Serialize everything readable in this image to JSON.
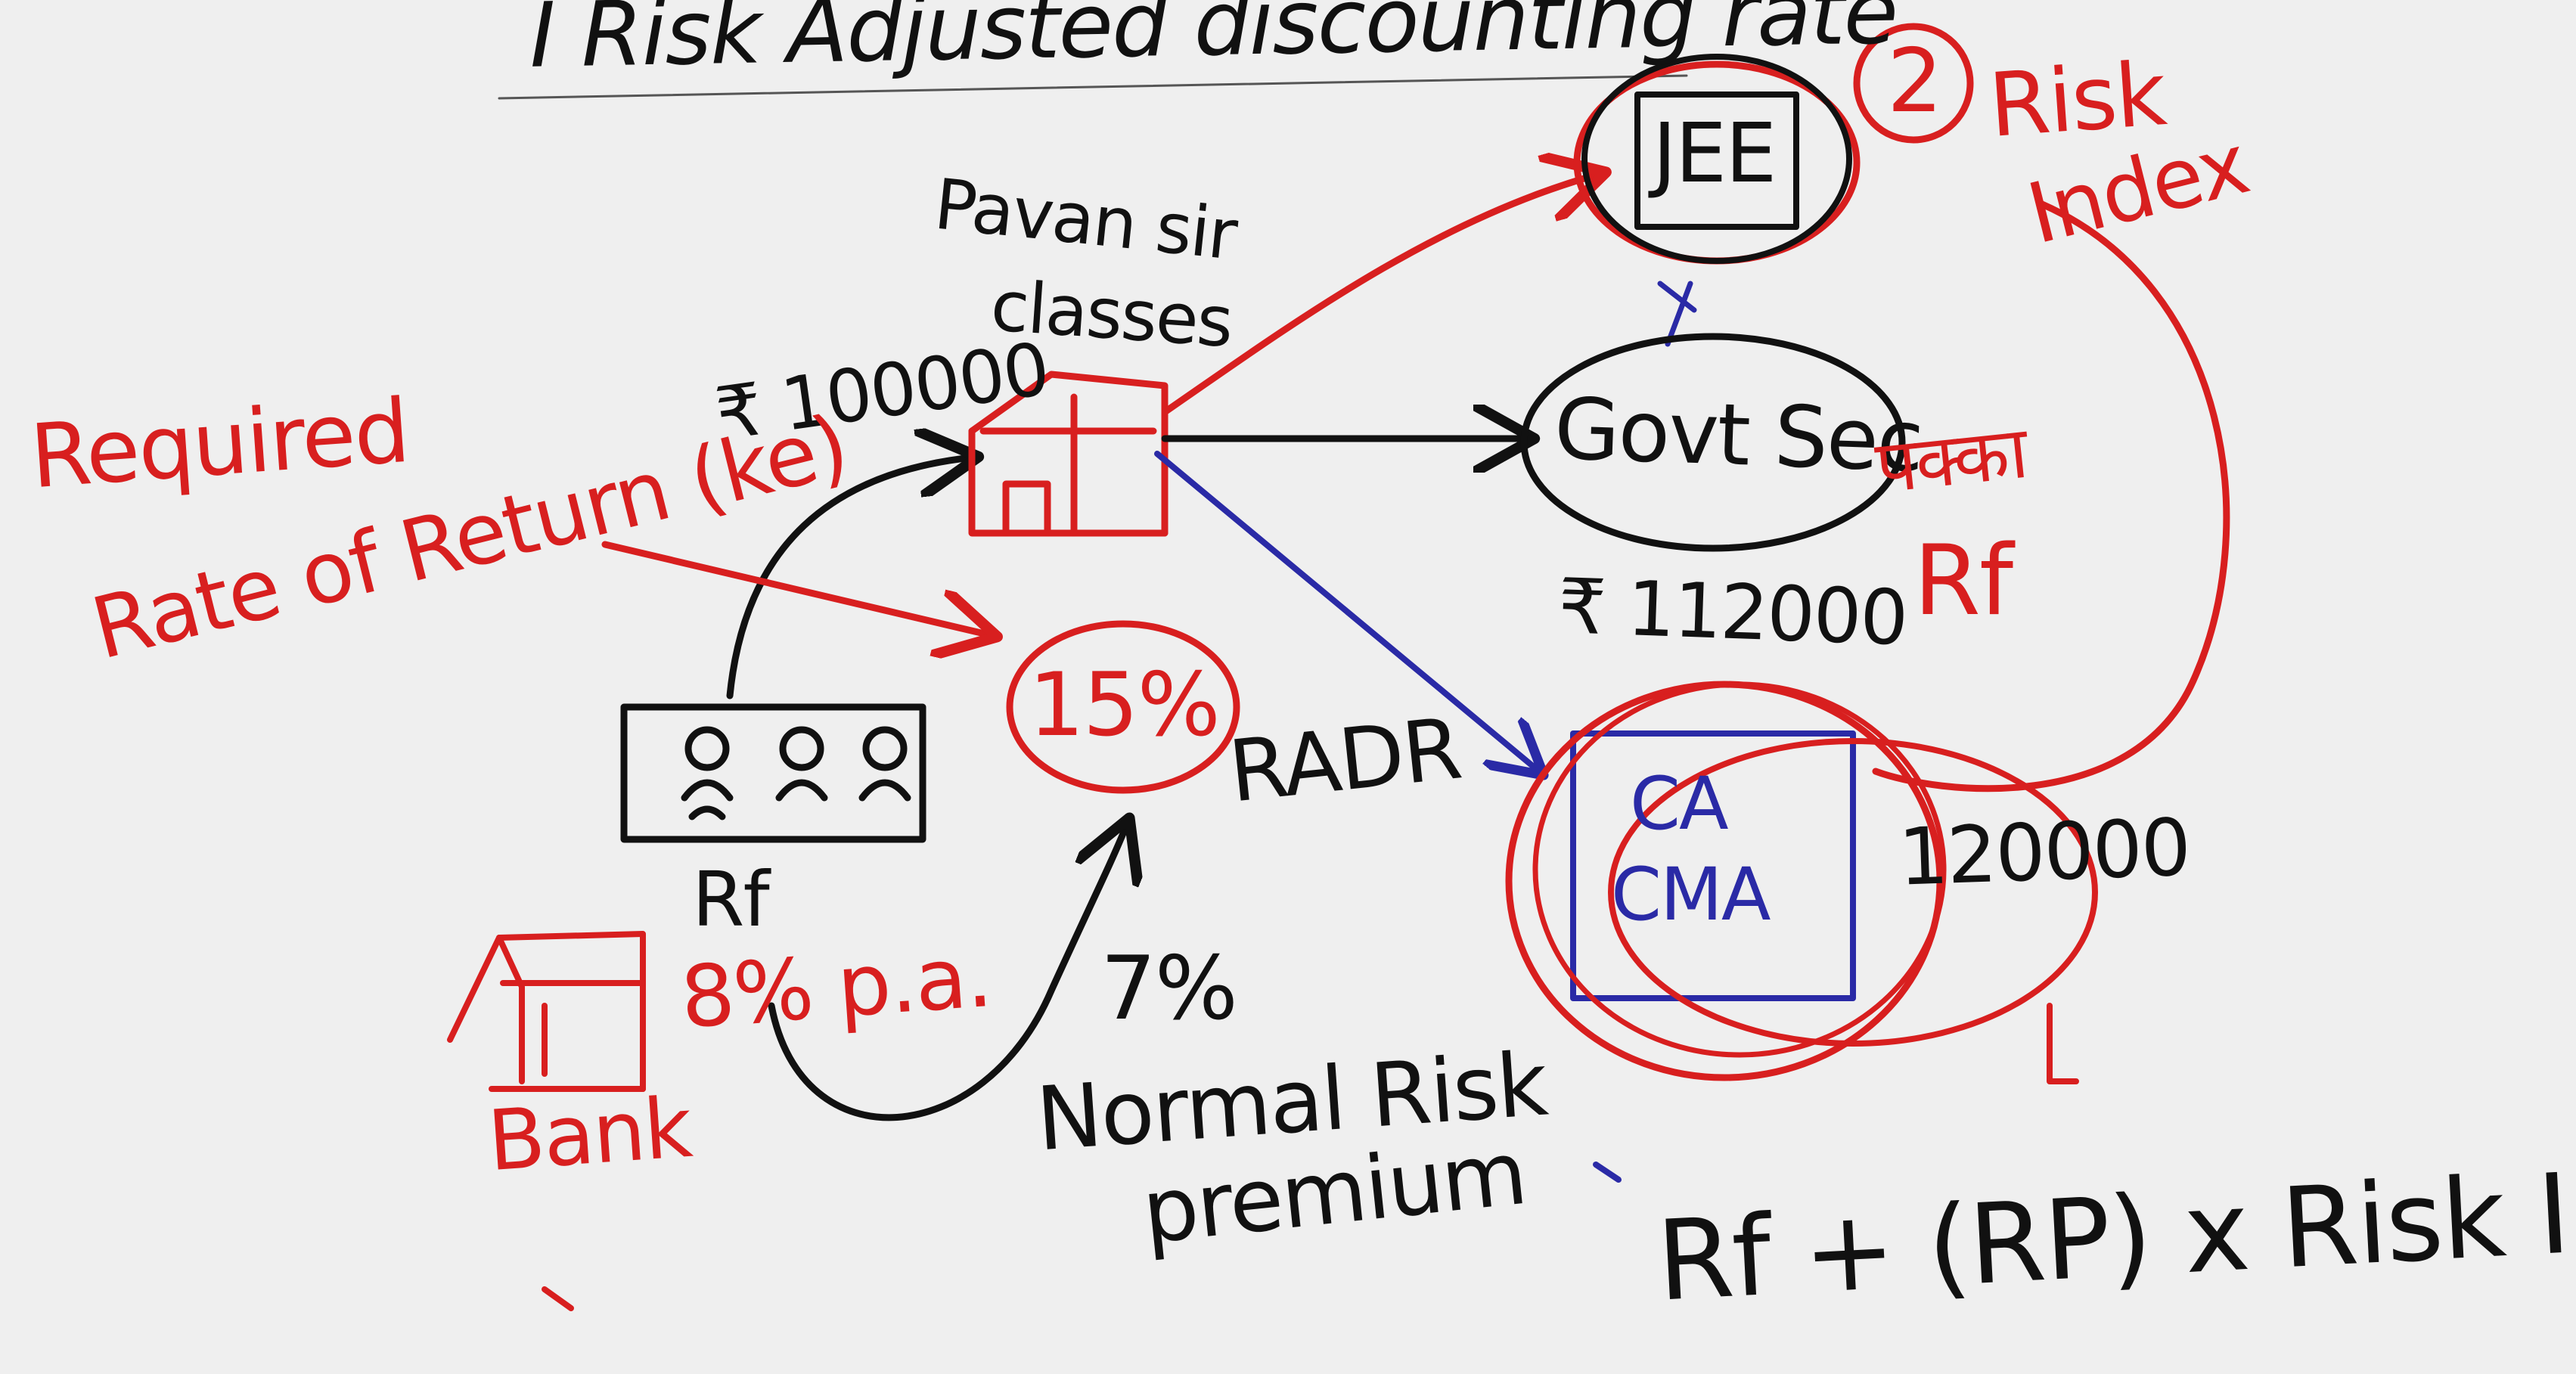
{
  "colors": {
    "background": "#efefef",
    "ink_black": "#111111",
    "ink_red": "#d81f1f",
    "ink_blue": "#2a2aa6"
  },
  "heading": "I  Risk Adjusted discounting rate",
  "nodes": {
    "investors_label": "Rf",
    "bank_label": "Bank",
    "bank_rate": "8% p.a.",
    "company_name_line1": "Pavan sir",
    "company_name_line2": "classes",
    "investment_amount": "₹ 100000",
    "jee_label": "JEE",
    "jee_risk_number": "2",
    "govt_sec_label": "Govt Sec",
    "govt_sec_amount": "₹ 112000",
    "govt_sec_hindi": "पक्का",
    "govt_sec_rf": "Rf",
    "ca_line1": "CA",
    "ca_line2": "CMA",
    "ca_amount": "120000",
    "radr_value": "15%",
    "radr_label": "RADR",
    "premium_value": "7%",
    "premium_line1": "Normal Risk",
    "premium_line2": "premium",
    "required_return_line1": "Required",
    "required_return_line2": "Rate of Return (ke)",
    "risk_index_line1": "Risk",
    "risk_index_line2": "Index"
  },
  "formula": "Rf + (RP) x Risk Index"
}
